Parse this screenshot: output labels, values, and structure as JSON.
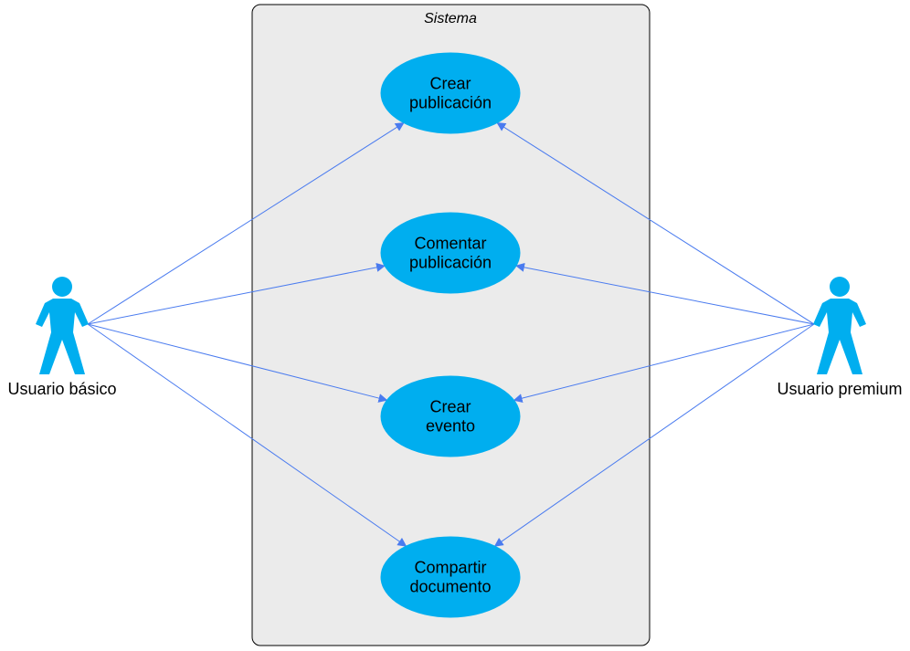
{
  "system": {
    "title": "Sistema"
  },
  "actors": [
    {
      "id": "basic",
      "label": "Usuario básico"
    },
    {
      "id": "premium",
      "label": "Usuario premium"
    }
  ],
  "use_cases": [
    {
      "id": "uc1",
      "lines": [
        "Crear",
        "publicación"
      ]
    },
    {
      "id": "uc2",
      "lines": [
        "Comentar",
        "publicación"
      ]
    },
    {
      "id": "uc3",
      "lines": [
        "Crear",
        "evento"
      ]
    },
    {
      "id": "uc4",
      "lines": [
        "Compartir",
        "documento"
      ]
    }
  ],
  "associations": [
    {
      "from": "basic",
      "to": "uc1"
    },
    {
      "from": "basic",
      "to": "uc2"
    },
    {
      "from": "basic",
      "to": "uc3"
    },
    {
      "from": "basic",
      "to": "uc4"
    },
    {
      "from": "premium",
      "to": "uc1"
    },
    {
      "from": "premium",
      "to": "uc2"
    },
    {
      "from": "premium",
      "to": "uc3"
    },
    {
      "from": "premium",
      "to": "uc4"
    }
  ],
  "colors": {
    "use_case_fill": "#00AEEF",
    "actor_fill": "#00AEEF",
    "system_fill": "#EBEBEB",
    "system_stroke": "#000000",
    "edge": "#4A7BEF"
  }
}
